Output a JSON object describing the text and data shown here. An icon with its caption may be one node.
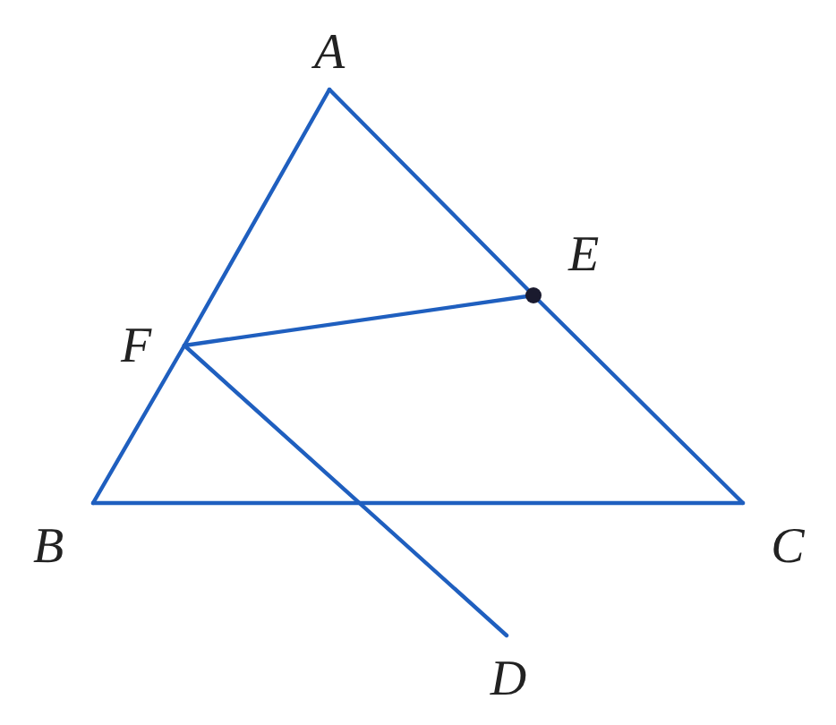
{
  "diagram": {
    "nodes": [
      {
        "text": [
          "A"
        ]
      },
      {
        "text": [
          "B"
        ]
      },
      {
        "text": [
          "C"
        ]
      },
      {
        "text": [
          "D"
        ]
      },
      {
        "text": [
          "E"
        ]
      },
      {
        "text": [
          "F"
        ]
      }
    ],
    "edges": [
      {
        "from": 0,
        "to": 5,
        "arrow": "none"
      },
      {
        "from": 5,
        "to": 1,
        "arrow": "none"
      },
      {
        "from": 1,
        "to": 2,
        "arrow": "none"
      },
      {
        "from": 0,
        "to": 4,
        "arrow": "none"
      },
      {
        "from": 4,
        "to": 2,
        "arrow": "none"
      },
      {
        "from": 5,
        "to": 4,
        "arrow": "none"
      },
      {
        "from": 5,
        "to": 3,
        "arrow": "none"
      }
    ]
  }
}
